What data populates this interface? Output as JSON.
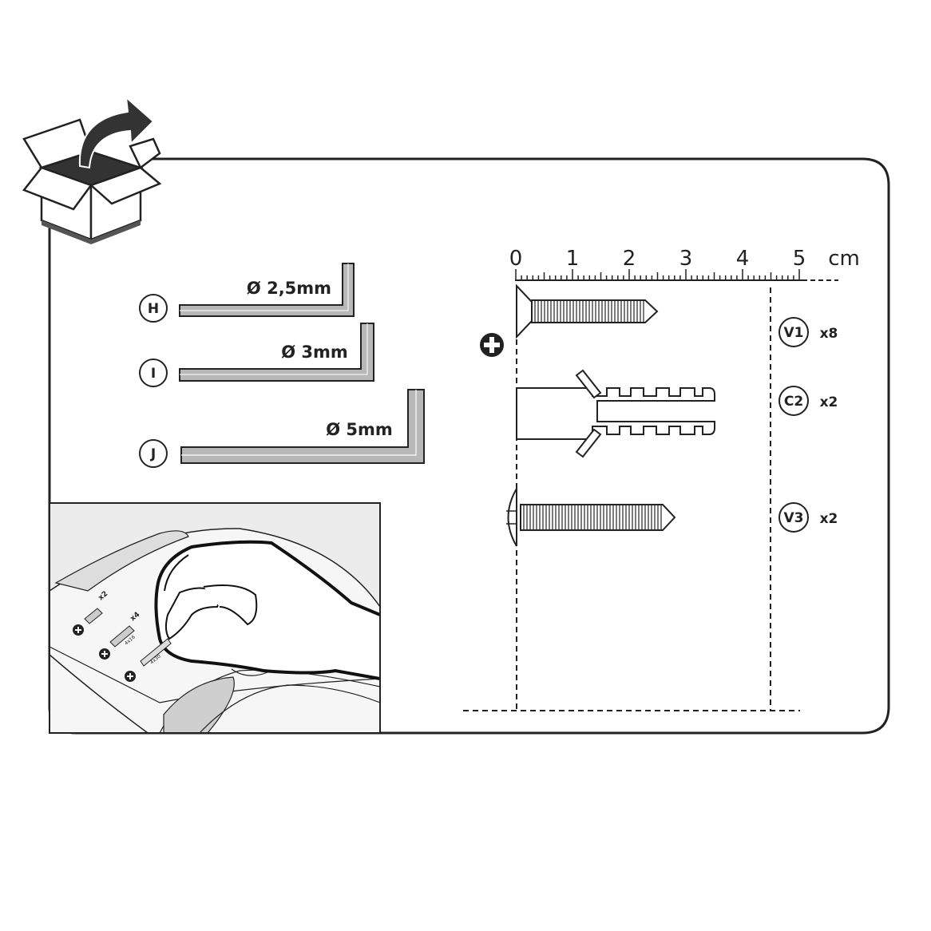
{
  "colors": {
    "ink": "#222222",
    "steel": "#b8b8b8",
    "panel_bg": "#ececec"
  },
  "hex_keys": [
    {
      "id": "H",
      "size": "Ø 2,5mm"
    },
    {
      "id": "I",
      "size": "Ø 3mm"
    },
    {
      "id": "J",
      "size": "Ø 5mm"
    }
  ],
  "ruler": {
    "ticks": [
      "0",
      "1",
      "2",
      "3",
      "4",
      "5"
    ],
    "unit": "cm"
  },
  "parts": [
    {
      "id": "V1",
      "qty": "x8"
    },
    {
      "id": "C2",
      "qty": "x2"
    },
    {
      "id": "V3",
      "qty": "x2"
    }
  ],
  "inset": {
    "labels": [
      {
        "qty": "x2"
      },
      {
        "qty": "x4",
        "size": "4x16"
      },
      {
        "size": "4x30"
      }
    ]
  },
  "icons": [
    "open-box-icon",
    "arrow-icon",
    "plus-circle-icon"
  ]
}
